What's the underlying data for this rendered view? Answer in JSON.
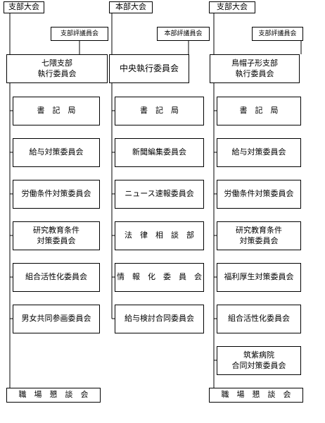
{
  "left": {
    "header": "支部大会",
    "council": "支部評議員会",
    "executive": "七隈支部\n執行委員会",
    "committees": [
      "書　記　局",
      "給与対策委員会",
      "労働条件対策委員会",
      "研究教育条件\n対策委員会",
      "組合活性化委員会",
      "男女共同参画委員会"
    ],
    "footer": "職　場　懇　談　会"
  },
  "center": {
    "header": "本部大会",
    "council": "本部評議員会",
    "executive": "中央執行委員会",
    "committees": [
      "書　記　局",
      "新聞編集委員会",
      "ニュース速報委員会",
      "法　律　相　談　部",
      "情　報　化　委　員　会",
      "給与検討合同委員会"
    ]
  },
  "right": {
    "header": "支部大会",
    "council": "支部評議員会",
    "executive": "鳥帽子形支部\n執行委員会",
    "committees": [
      "書　記　局",
      "給与対策委員会",
      "労働条件対策委員会",
      "研究教育条件\n対策委員会",
      "福利厚生対策委員会",
      "組合活性化委員会",
      "筑紫病院\n合同対策委員会"
    ],
    "footer": "職　場　懇　談　会"
  }
}
